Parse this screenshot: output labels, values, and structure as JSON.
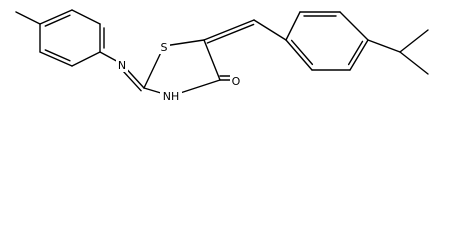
{
  "molecule": {
    "atoms": [
      {
        "id": "S1",
        "symbol": "S"
      },
      {
        "id": "N_imine",
        "symbol": "N"
      },
      {
        "id": "N_ring",
        "symbol": "NH"
      },
      {
        "id": "O1",
        "symbol": "O"
      }
    ]
  }
}
